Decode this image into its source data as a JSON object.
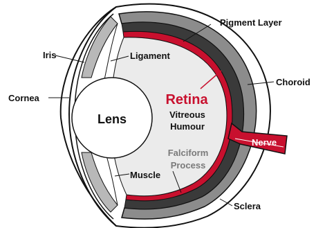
{
  "labels": {
    "pigment_layer": "Pigment Layer",
    "iris": "Iris",
    "ligament": "Ligament",
    "choroid": "Choroid",
    "cornea": "Cornea",
    "lens": "Lens",
    "retina": "Retina",
    "vitreous": "Vitreous",
    "humour": "Humour",
    "nerve": "Nerve",
    "falciform": "Falciform",
    "process": "Process",
    "muscle": "Muscle",
    "sclera": "Sclera"
  },
  "colors": {
    "retina": "#c8102e",
    "pigment": "#3a3a3a",
    "choroid": "#8c8c8c",
    "iris": "#b8b8b8",
    "vitreous": "#ebebeb",
    "falciform_text": "#7a7a7a",
    "outline": "#111111"
  }
}
